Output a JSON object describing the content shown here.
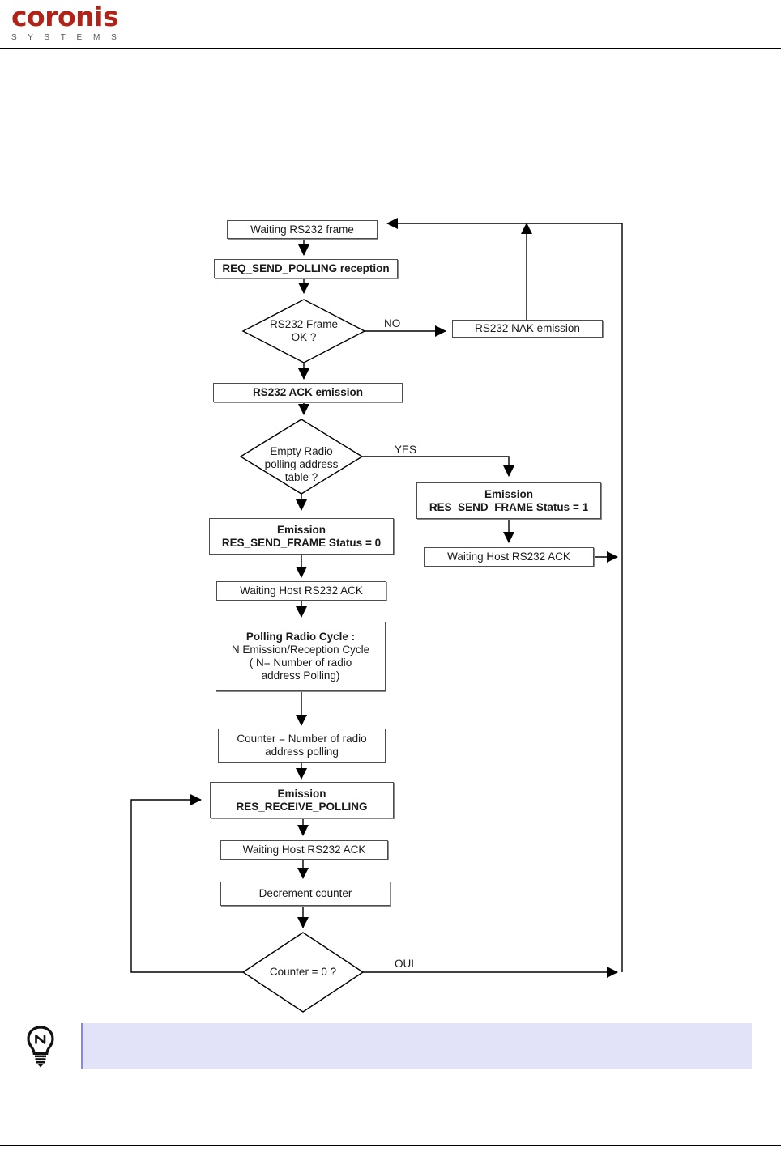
{
  "header": {
    "logo_word": "coronis",
    "logo_sub": "S Y S T E M S",
    "brand_color": "#B02318"
  },
  "note": {
    "icon": "lightbulb-icon",
    "text": "",
    "background": "#E2E3F8"
  },
  "chart_data": {
    "type": "diagram",
    "title": "RS232 Polling Request Flowchart",
    "nodes": [
      {
        "id": "n1",
        "shape": "box",
        "bold": false,
        "lines": [
          "Waiting RS232 frame"
        ]
      },
      {
        "id": "n2",
        "shape": "box",
        "bold": true,
        "lines": [
          "REQ_SEND_POLLING reception"
        ]
      },
      {
        "id": "n3",
        "shape": "diamond",
        "bold": false,
        "lines": [
          "RS232 Frame",
          "OK ?"
        ]
      },
      {
        "id": "n4",
        "shape": "box",
        "bold": true,
        "lines": [
          "RS232 NAK emission"
        ]
      },
      {
        "id": "n5",
        "shape": "box",
        "bold": true,
        "lines": [
          "RS232 ACK emission"
        ]
      },
      {
        "id": "n6",
        "shape": "diamond",
        "bold": false,
        "lines": [
          "Empty Radio",
          "polling  address",
          "table ?"
        ]
      },
      {
        "id": "n7",
        "shape": "box",
        "bold": true,
        "lines": [
          "Emission",
          "RES_SEND_FRAME Status = 1"
        ]
      },
      {
        "id": "n8",
        "shape": "box",
        "bold": false,
        "lines": [
          "Waiting Host RS232 ACK"
        ]
      },
      {
        "id": "n9",
        "shape": "box",
        "bold": true,
        "lines": [
          "Emission",
          "RES_SEND_FRAME Status = 0"
        ]
      },
      {
        "id": "n10",
        "shape": "box",
        "bold": false,
        "lines": [
          "Waiting Host RS232 ACK"
        ]
      },
      {
        "id": "n11",
        "shape": "box",
        "bold": false,
        "lines": [
          "Polling Radio Cycle :",
          "N Emission/Reception Cycle",
          "( N= Number of radio",
          "address Polling)"
        ],
        "first_line_bold": true
      },
      {
        "id": "n12",
        "shape": "box",
        "bold": false,
        "lines": [
          "Counter = Number of radio",
          "address polling"
        ]
      },
      {
        "id": "n13",
        "shape": "box",
        "bold": true,
        "lines": [
          "Emission",
          "RES_RECEIVE_POLLING"
        ]
      },
      {
        "id": "n14",
        "shape": "box",
        "bold": false,
        "lines": [
          "Waiting Host RS232 ACK"
        ]
      },
      {
        "id": "n15",
        "shape": "box",
        "bold": false,
        "lines": [
          "Decrement counter"
        ]
      },
      {
        "id": "n16",
        "shape": "diamond",
        "bold": false,
        "lines": [
          "Counter = 0 ?"
        ]
      }
    ],
    "edge_labels": [
      {
        "id": "e1",
        "text": "NO",
        "from": "n3",
        "to": "n4"
      },
      {
        "id": "e2",
        "text": "YES",
        "from": "n6",
        "to": "n7"
      },
      {
        "id": "e3",
        "text": "OUI",
        "from": "n16",
        "to": "n1"
      }
    ],
    "edges": [
      {
        "from": "n1",
        "to": "n2",
        "label": ""
      },
      {
        "from": "n2",
        "to": "n3",
        "label": ""
      },
      {
        "from": "n3",
        "to": "n4",
        "label": "NO"
      },
      {
        "from": "n3",
        "to": "n5",
        "label": ""
      },
      {
        "from": "n4",
        "to": "n1",
        "label": ""
      },
      {
        "from": "n5",
        "to": "n6",
        "label": ""
      },
      {
        "from": "n6",
        "to": "n7",
        "label": "YES"
      },
      {
        "from": "n6",
        "to": "n9",
        "label": ""
      },
      {
        "from": "n7",
        "to": "n8",
        "label": ""
      },
      {
        "from": "n8",
        "to": "n1",
        "label": ""
      },
      {
        "from": "n9",
        "to": "n10",
        "label": ""
      },
      {
        "from": "n10",
        "to": "n11",
        "label": ""
      },
      {
        "from": "n11",
        "to": "n12",
        "label": ""
      },
      {
        "from": "n12",
        "to": "n13",
        "label": ""
      },
      {
        "from": "n13",
        "to": "n14",
        "label": ""
      },
      {
        "from": "n14",
        "to": "n15",
        "label": ""
      },
      {
        "from": "n15",
        "to": "n16",
        "label": ""
      },
      {
        "from": "n16",
        "to": "n1",
        "label": "OUI"
      },
      {
        "from": "n16",
        "to": "n13",
        "label": ""
      }
    ],
    "line_color": "#000000",
    "box_border_color": "#4d4d4d"
  }
}
